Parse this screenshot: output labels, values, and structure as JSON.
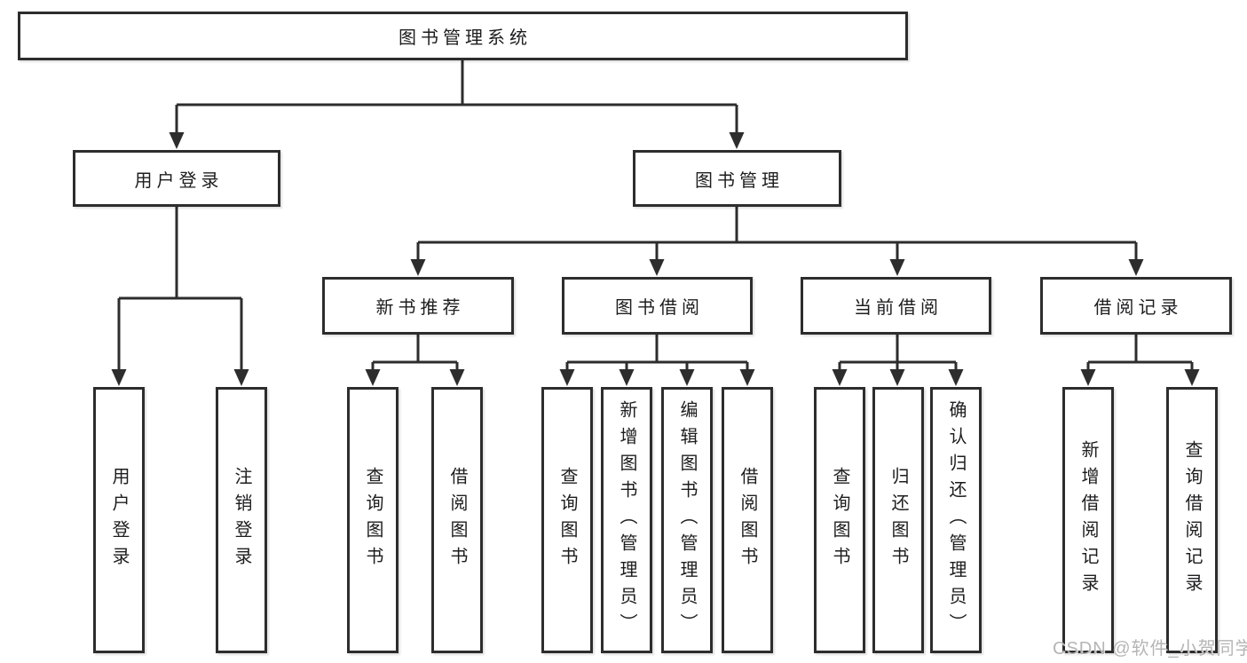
{
  "watermark": "CSDN @软件_小贺同学",
  "diagram": {
    "root": {
      "label": "图书管理系统"
    },
    "level2": [
      {
        "label": "用户登录"
      },
      {
        "label": "图书管理"
      }
    ],
    "level3": [
      {
        "label": "新书推荐"
      },
      {
        "label": "图书借阅"
      },
      {
        "label": "当前借阅"
      },
      {
        "label": "借阅记录"
      }
    ],
    "leaves": [
      {
        "label": "用户登录"
      },
      {
        "label": "注销登录"
      },
      {
        "label": "查询图书"
      },
      {
        "label": "借阅图书"
      },
      {
        "label": "查询图书"
      },
      {
        "label": "新增图书（管理员）"
      },
      {
        "label": "编辑图书（管理员）"
      },
      {
        "label": "借阅图书"
      },
      {
        "label": "查询图书"
      },
      {
        "label": "归还图书"
      },
      {
        "label": "确认归还（管理员）"
      },
      {
        "label": "新增借阅记录"
      },
      {
        "label": "查询借阅记录"
      }
    ],
    "line_color": "#2d2d2d"
  }
}
